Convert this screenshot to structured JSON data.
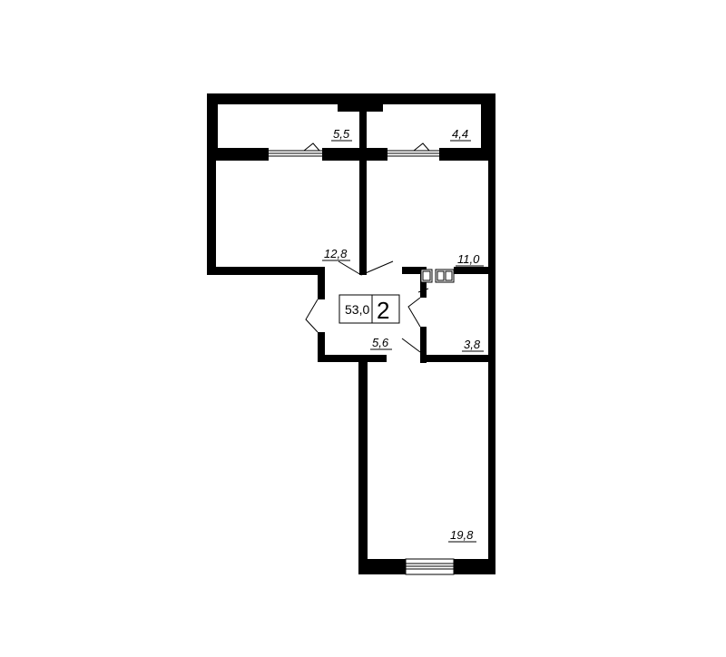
{
  "plan": {
    "total_area": "53,0",
    "room_count": "2",
    "rooms": {
      "balcony_left": "5,5",
      "balcony_right": "4,4",
      "bedroom": "12,8",
      "kitchen": "11,0",
      "hall": "5,6",
      "bathroom": "3,8",
      "living_room": "19,8"
    },
    "colors": {
      "wall": "#000000",
      "background": "#ffffff"
    }
  }
}
